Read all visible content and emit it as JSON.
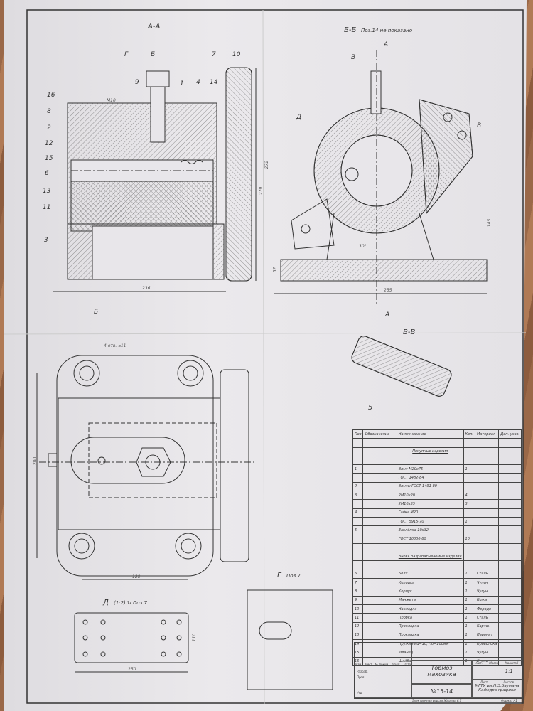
{
  "views": {
    "section_aa": "А-А",
    "section_bb": "Б-Б",
    "section_bb_note": "Поз.14 не показано",
    "section_vv": "В-В",
    "view_d": "Д",
    "view_d_note": "(1:2) ↻ Поз.7",
    "view_g": "Г",
    "view_g_note": "Поз.7",
    "cut_g": "Г",
    "cut_b_top": "Б",
    "cut_b_bottom": "Б",
    "cut_a_top": "А",
    "cut_a_bottom": "А",
    "cut_v_left": "В",
    "cut_v_right": "В",
    "arrow_d": "Д"
  },
  "callouts": [
    "16",
    "8",
    "2",
    "12",
    "15",
    "6",
    "13",
    "11",
    "3",
    "9",
    "1",
    "4",
    "14",
    "7",
    "10",
    "5"
  ],
  "dimensions": {
    "d1": "236",
    "d2": "279",
    "d3": "255",
    "d4": "145",
    "d5": "62",
    "d6": "200",
    "d7": "128",
    "d8": "250",
    "d9": "110",
    "d10": "4 отв. ⌀11",
    "d11": "30°",
    "d12": "М10",
    "d13": "272"
  },
  "spec_table": {
    "headers": [
      "Поз",
      "Обозначение",
      "Наименование",
      "Кол.",
      "Материал",
      "Доп. указ."
    ],
    "rows": [
      [
        "",
        "",
        "",
        "",
        ""
      ],
      [
        "",
        "",
        "Покупные изделия",
        "",
        ""
      ],
      [
        "",
        "",
        "",
        "",
        ""
      ],
      [
        "1",
        "",
        "Винт М20х75",
        "1",
        ""
      ],
      [
        "",
        "",
        "ГОСТ 1482-84",
        "",
        ""
      ],
      [
        "2",
        "",
        "Винты ГОСТ 1491-80",
        "",
        ""
      ],
      [
        "3",
        "",
        "2М10х20",
        "4",
        ""
      ],
      [
        "",
        "",
        "2М10х35",
        "3",
        ""
      ],
      [
        "4",
        "",
        "Гайка М20",
        "",
        ""
      ],
      [
        "",
        "",
        "ГОСТ 5915-70",
        "1",
        ""
      ],
      [
        "5",
        "",
        "Заклёпка 10х32",
        "",
        ""
      ],
      [
        "",
        "",
        "ГОСТ 10300-80",
        "10",
        ""
      ],
      [
        "",
        "",
        "",
        "",
        ""
      ],
      [
        "",
        "",
        "Вновь разрабатываемые изделия",
        "",
        ""
      ],
      [
        "",
        "",
        "",
        "",
        ""
      ],
      [
        "6",
        "",
        "Болт",
        "1",
        "Сталь"
      ],
      [
        "7",
        "",
        "Колодка",
        "1",
        "Чугун"
      ],
      [
        "8",
        "",
        "Корпус",
        "1",
        "Чугун"
      ],
      [
        "9",
        "",
        "Манжета",
        "1",
        "Кожа"
      ],
      [
        "10",
        "",
        "Накладка",
        "1",
        "Феродо"
      ],
      [
        "11",
        "",
        "Пробка",
        "1",
        "Сталь"
      ],
      [
        "12",
        "",
        "Прокладка",
        "1",
        "Картон"
      ],
      [
        "13",
        "",
        "Прокладка",
        "1",
        "Паронит"
      ],
      [
        "14",
        "",
        "Пружина d=10, Н0=100мм",
        "1",
        "Проволока"
      ],
      [
        "15",
        "",
        "Фланец",
        "1",
        "Чугун"
      ],
      [
        "16",
        "",
        "Шайба",
        "1",
        "Сталь"
      ]
    ]
  },
  "title_block": {
    "name_line1": "Тормоз",
    "name_line2": "маховика",
    "code": "№15-14",
    "scale": "1:1",
    "org_line1": "МГТУ им.Н.Э.Баумана",
    "org_line2": "Кафедра графики",
    "lit": "Лит.",
    "mass": "Масса",
    "scale_label": "Масштаб",
    "sheet": "Лист",
    "sheets": "Листов",
    "izm": "Изм.",
    "list": "Лист",
    "doc": "№ докум.",
    "sign": "Подп.",
    "date": "Дата",
    "developer": "Разраб.",
    "checker": "Пров.",
    "approved": "Утв.",
    "footer_left": "Электронная версия Журнал 6.7",
    "format": "Формат А1"
  }
}
